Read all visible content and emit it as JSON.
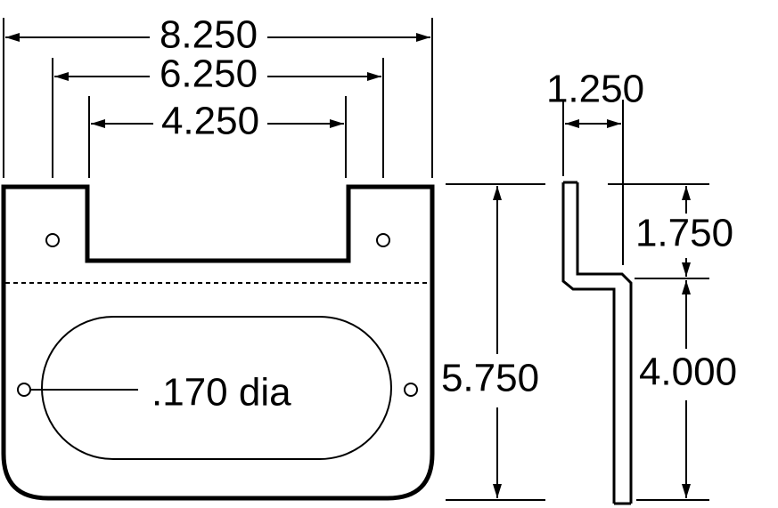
{
  "front_view": {
    "overall_width": "8.250",
    "mid_width": "6.250",
    "notch_width": "4.250",
    "overall_height": "5.750",
    "hole_label": ".170 dia"
  },
  "side_view": {
    "offset": "1.250",
    "upper_height": "1.750",
    "lower_height": "4.000"
  },
  "colors": {
    "line": "#000000",
    "background": "#ffffff"
  }
}
